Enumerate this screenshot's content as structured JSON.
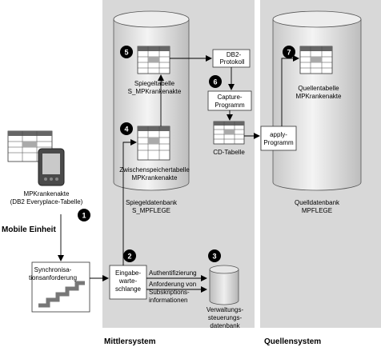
{
  "systems": {
    "mobile": "Mobile Einheit",
    "middle": "Mittlersystem",
    "source": "Quellensystem"
  },
  "steps": {
    "s1": "1",
    "s2": "2",
    "s3": "3",
    "s4": "4",
    "s5": "5",
    "s6": "6",
    "s7": "7"
  },
  "labels": {
    "db2_log": [
      "DB2-",
      "Protokoll"
    ],
    "capture": [
      "Capture-",
      "Programm"
    ],
    "apply": [
      "apply-",
      "Programm"
    ],
    "cd_table": "CD-Tabelle",
    "mirror_table": [
      "Spiegeltabelle",
      "S_MPKrankenakte"
    ],
    "staging_table": [
      "Zwischenspeichertabelle",
      "MPKrankenakte"
    ],
    "mirror_db": [
      "Spiegeldatenbank",
      "S_MPFLEGE"
    ],
    "source_table": [
      "Quellentabelle",
      "MPKrankenakte"
    ],
    "source_db": [
      "Quelldatenbank",
      "MPFLEGE"
    ],
    "mobile_table": [
      "MPKrankenakte",
      "(DB2 Everyplace-Tabelle)"
    ],
    "sync_request": [
      "Synchronisa-",
      "tionsanforderung"
    ],
    "queue": [
      "Eingabe-",
      "warte-",
      "schlange"
    ],
    "auth": "Authentifizierung",
    "subscription": [
      "Anforderung von",
      "Subskriptions-",
      "informationen"
    ],
    "admin_db": [
      "Verwaltungs-",
      "steuerungs-",
      "datenbank"
    ]
  }
}
